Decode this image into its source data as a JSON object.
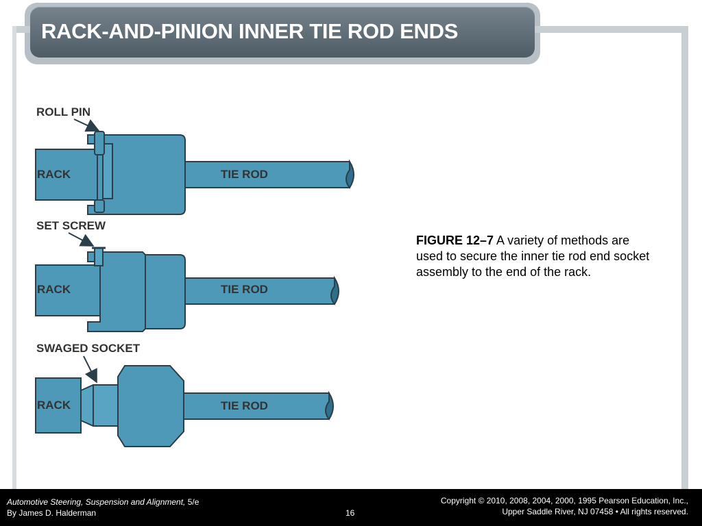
{
  "slide": {
    "title": "RACK-AND-PINION INNER TIE ROD ENDS"
  },
  "figure": {
    "labels": {
      "roll_pin": "ROLL PIN",
      "set_screw": "SET SCREW",
      "swaged_socket": "SWAGED SOCKET",
      "rack": "RACK",
      "tie_rod": "TIE ROD"
    }
  },
  "caption": {
    "figure_number": "FIGURE 12–7",
    "text": " A variety of methods are used to secure the inner tie rod end socket assembly to the end of the rack."
  },
  "footer": {
    "book_title": "Automotive Steering, Suspension and Alignment,",
    "edition": " 5/e",
    "author": "By James D. Halderman",
    "page_number": "16",
    "copyright_line1": "Copyright © 2010, 2008, 2004, 2000, 1995 Pearson Education, Inc.,",
    "copyright_line2": "Upper Saddle River, NJ 07458 • All rights reserved."
  },
  "colors": {
    "part_fill": "#4e98b8",
    "outline": "#2a3f4a",
    "title_bar": "#5d6a74"
  }
}
